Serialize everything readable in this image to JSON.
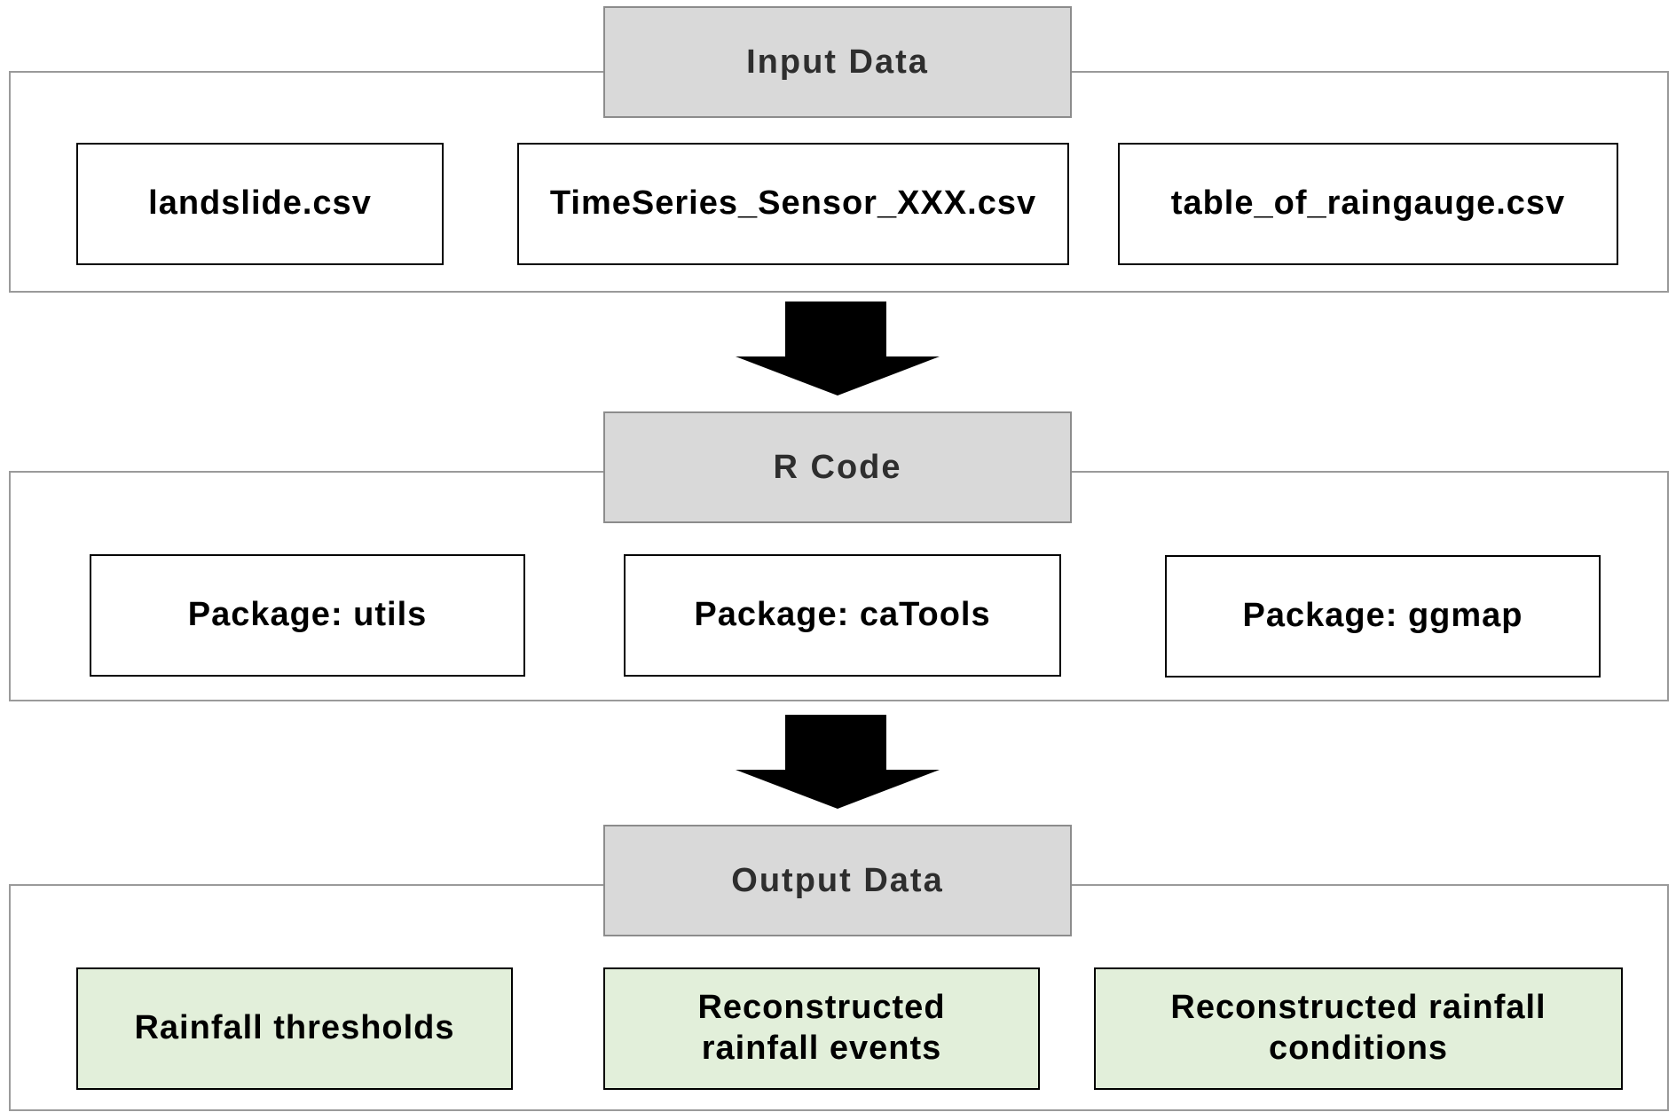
{
  "sections": [
    {
      "header": "Input Data",
      "items": [
        "landslide.csv",
        "TimeSeries_Sensor_XXX.csv",
        "table_of_raingauge.csv"
      ]
    },
    {
      "header": "R Code",
      "items": [
        "Package: utils",
        "Package: caTools",
        "Package: ggmap"
      ]
    },
    {
      "header": "Output Data",
      "items": [
        "Rainfall thresholds",
        "Reconstructed\nrainfall events",
        "Reconstructed rainfall\nconditions"
      ]
    }
  ],
  "colors": {
    "header_fill": "#d9d9d9",
    "output_fill": "#e2efda",
    "arrow": "#000000",
    "section_border": "#9a9a9a"
  },
  "icons": [
    "down-arrow-icon",
    "down-arrow-icon"
  ]
}
